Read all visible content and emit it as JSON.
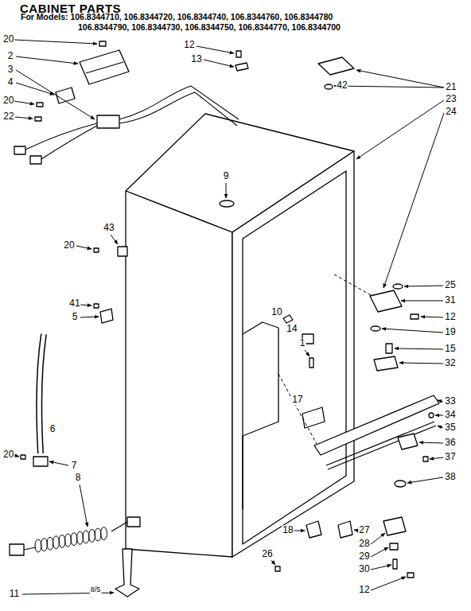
{
  "diagram": {
    "title": "CABINET PARTS",
    "labels": [
      "For Models: 106.8344710, 106.8344720, 106.8344740, 106.8344760, 106.8344780",
      "106.8344790, 106.8344730, 106.8344750, 106.8344770, 106.8344700",
      "20",
      "12",
      "2",
      "13",
      "3",
      "4",
      "42",
      "21",
      "23",
      "20",
      "24",
      "22",
      "9",
      "43",
      "20",
      "25",
      "31",
      "41",
      "10",
      "5",
      "12",
      "14",
      "19",
      "1",
      "15",
      "32",
      "17",
      "33",
      "34",
      "6",
      "35",
      "36",
      "20",
      "37",
      "7",
      "8",
      "38",
      "27",
      "18",
      "28",
      "26",
      "29",
      "30",
      "8/5",
      "12",
      "11"
    ]
  }
}
